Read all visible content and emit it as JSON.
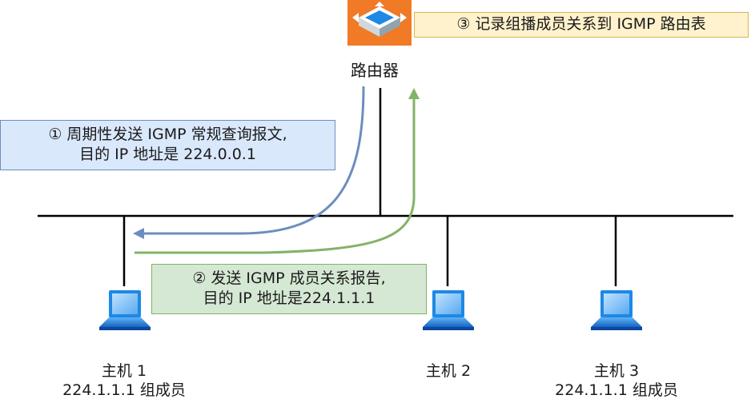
{
  "router": {
    "label": "路由器",
    "note": "③ 记录组播成员关系到 IGMP 路由表"
  },
  "callouts": {
    "query_line1": "① 周期性发送 IGMP 常规查询报文,",
    "query_line2": "目的 IP 地址是 224.0.0.1",
    "report_line1": "② 发送 IGMP  成员关系报告,",
    "report_line2": "目的 IP 地址是224.1.1.1"
  },
  "hosts": [
    {
      "name": "主机 1",
      "group": "224.1.1.1 组成员"
    },
    {
      "name": "主机 2",
      "group": ""
    },
    {
      "name": "主机 3",
      "group": "224.1.1.1 组成员"
    }
  ],
  "colors": {
    "router_orange": "#f07a26",
    "query_box_fill": "#dae8fc",
    "query_box_border": "#6c8ebf",
    "report_box_fill": "#d5e8d4",
    "report_box_border": "#82b366",
    "note_box_fill": "#fff2cc",
    "note_box_border": "#d6b656",
    "blue_arrow": "#6c8ebf",
    "green_arrow": "#82b366",
    "computer_blue": "#1e88e5"
  }
}
